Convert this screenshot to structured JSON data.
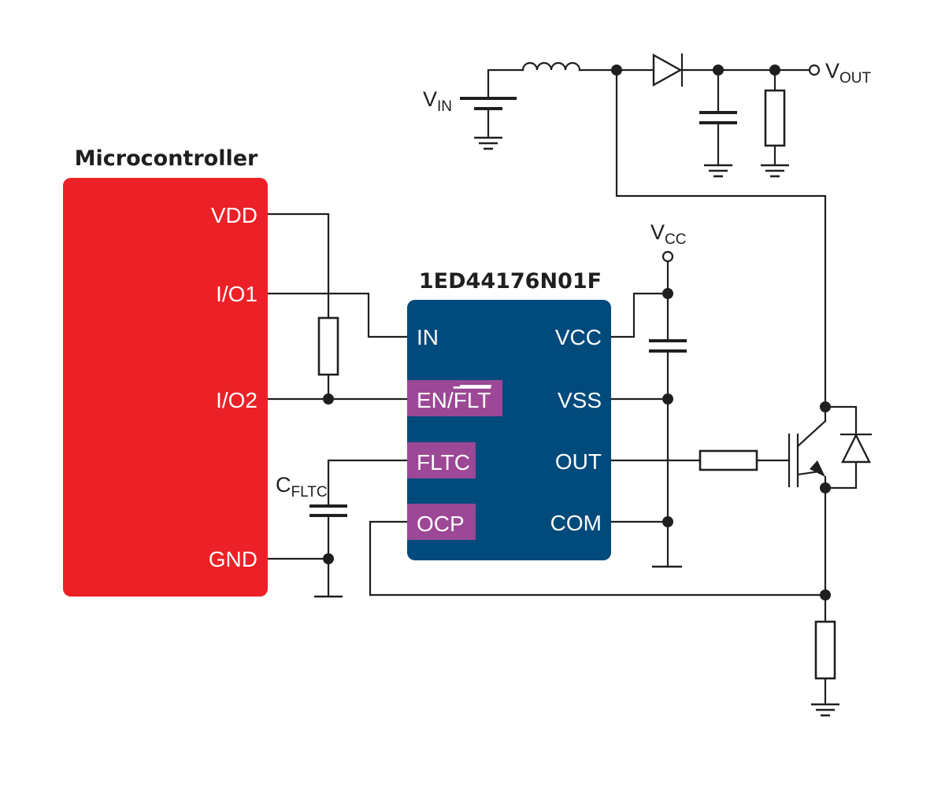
{
  "colors": {
    "microcontroller_fill": "#ec2127",
    "driver_fill": "#014a7c",
    "pin_highlight": "#9c4896",
    "wire": "#1f1f1f"
  },
  "microcontroller": {
    "title": "Microcontroller",
    "pins": {
      "vdd": "VDD",
      "io1": "I/O1",
      "io2": "I/O2",
      "gnd": "GND"
    }
  },
  "driver": {
    "title": "1ED44176N01F",
    "left_pins": {
      "in": "IN",
      "en_flt_prefix": "EN/",
      "en_flt_overbar": "FLT",
      "fltc": "FLTC",
      "ocp": "OCP"
    },
    "right_pins": {
      "vcc": "VCC",
      "vss": "VSS",
      "out": "OUT",
      "com": "COM"
    }
  },
  "labels": {
    "vin_main": "V",
    "vin_sub": "IN",
    "vout_main": "V",
    "vout_sub": "OUT",
    "vcc_main": "V",
    "vcc_sub": "CC",
    "cfltc_main": "C",
    "cfltc_sub": "FLTC"
  }
}
